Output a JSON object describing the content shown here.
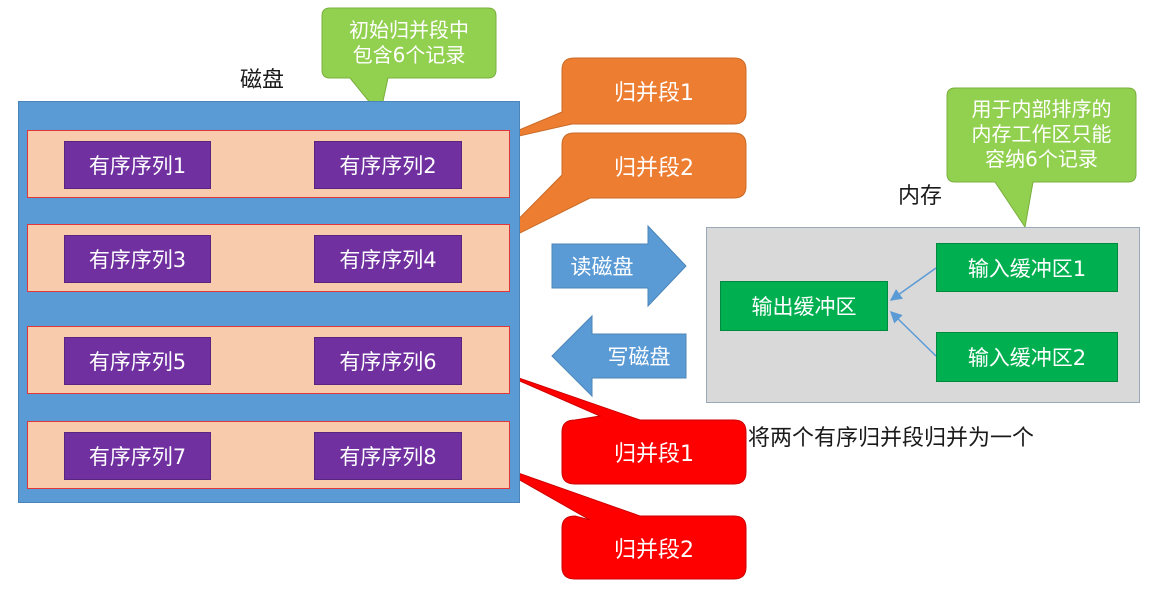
{
  "colors": {
    "disk_bg": "#5b9bd5",
    "segment_fill": "#f8cbad",
    "segment_border": "#e0383a",
    "sequence_fill": "#7030a0",
    "callout_green": "#92d050",
    "orange_bubble": "#ed7d31",
    "red_bubble": "#ff0000",
    "arrow_blue": "#5b9bd5",
    "memory_bg": "#d9d9d9",
    "buffer_green": "#00b050"
  },
  "callouts": {
    "initial_segment": {
      "line1": "初始归并段中",
      "line2": "包含6个记录"
    },
    "memory_capacity": {
      "line1": "用于内部排序的",
      "line2": "内存工作区只能",
      "line3": "容纳6个记录"
    }
  },
  "disk": {
    "title": "磁盘",
    "segments": [
      {
        "left": "有序序列1",
        "right": "有序序列2"
      },
      {
        "left": "有序序列3",
        "right": "有序序列4"
      },
      {
        "left": "有序序列5",
        "right": "有序序列6"
      },
      {
        "left": "有序序列7",
        "right": "有序序列8"
      }
    ]
  },
  "input_segments": {
    "first": "归并段1",
    "second": "归并段2"
  },
  "output_segments": {
    "first": "归并段1",
    "second": "归并段2"
  },
  "arrows": {
    "read": "读磁盘",
    "write": "写磁盘"
  },
  "memory": {
    "title": "内存",
    "output_buffer": "输出缓冲区",
    "input_buffer_1": "输入缓冲区1",
    "input_buffer_2": "输入缓冲区2",
    "caption": "将两个有序归并段归并为一个"
  }
}
